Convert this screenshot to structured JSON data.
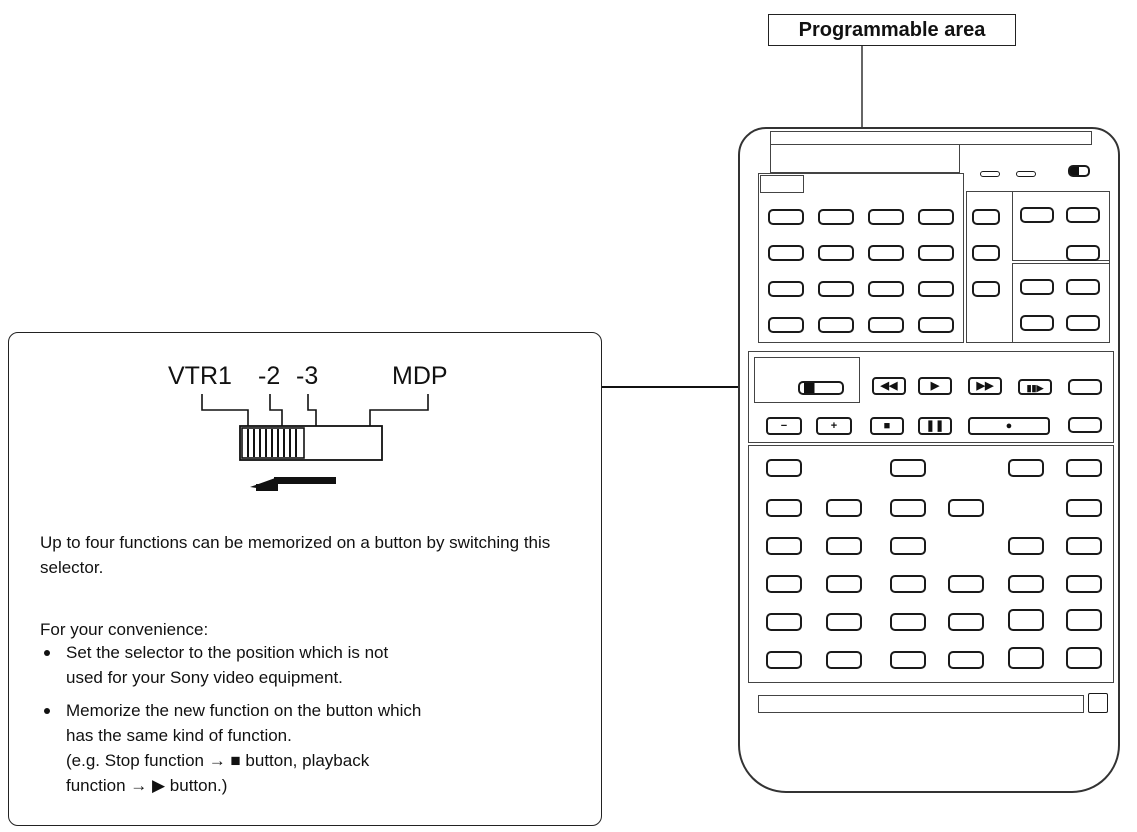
{
  "programmable_area_label": "Programmable area",
  "selector": {
    "positions": [
      "VTR1",
      "-2",
      "-3",
      "MDP"
    ]
  },
  "description": "Up to four functions can be memorized on a button by switching this selector.",
  "convenience": {
    "heading": "For your convenience:",
    "bullet1_line1": "Set the selector to the position which is not",
    "bullet1_line2": "used for your Sony video equipment.",
    "bullet2_line1": "Memorize the new function on the button which",
    "bullet2_line2": "has the same kind of function.",
    "example_line1": "(e.g. Stop function → ■ button, playback",
    "example_line2": "function → ▶ button.)"
  },
  "icons": [
    "arrow-left-icon",
    "rewind-icon",
    "play-icon",
    "fast-forward-icon",
    "stop-icon",
    "pause-icon",
    "record-icon",
    "slow-icon"
  ]
}
